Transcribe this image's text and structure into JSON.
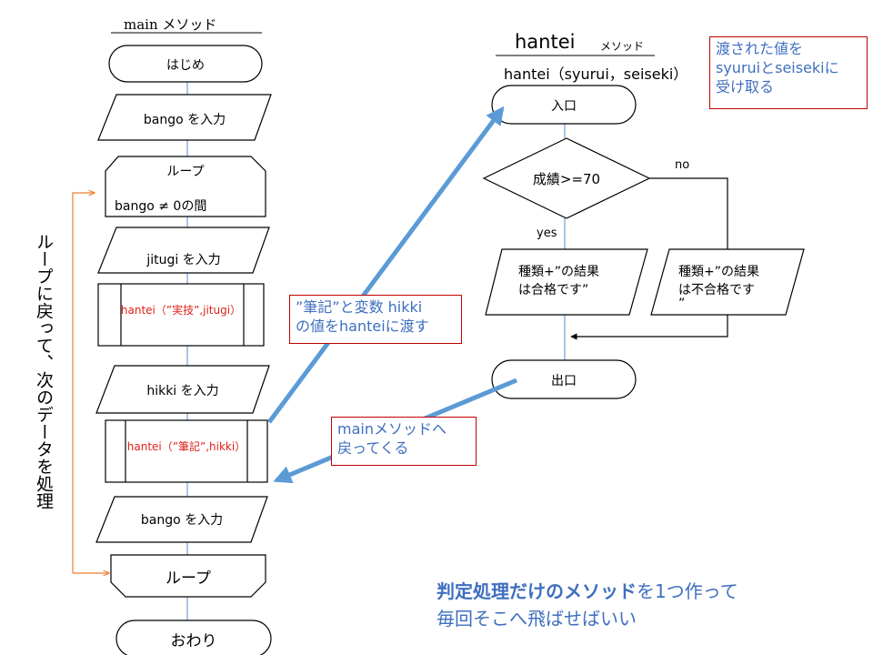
{
  "main": {
    "title": "main メソッド",
    "start": "はじめ",
    "input_bango_1": "bango を入力",
    "loop_start": "ループ",
    "loop_condition": "bango ≠ 0の間",
    "input_jitugi": "jitugi を入力",
    "call_jitugi": "hantei（”実技”,jitugi）",
    "input_hikki": "hikki を入力",
    "call_hikki": "hantei（”筆記”,hikki）",
    "input_bango_2": "bango を入力",
    "loop_end": "ループ",
    "end": "おわり",
    "loop_back_note": "ループに戻って、次のデータを処理"
  },
  "hantei": {
    "title": "hantei",
    "title_suffix": "メソッド",
    "signature": "hantei（syurui，seiseki）",
    "entry": "入口",
    "condition": "成績>=70",
    "yes_label": "yes",
    "no_label": "no",
    "pass_output_line1": "種類+”の結果",
    "pass_output_line2": "は合格です”",
    "fail_output_line1": "種類+”の結果",
    "fail_output_line2": "は不合格です",
    "fail_output_line3": "”",
    "exit": "出口"
  },
  "notes": {
    "params_line1": "渡された値を",
    "params_line2": "syuruiとseisekiに",
    "params_line3": "受け取る",
    "pass_line1": "”筆記”と変数 hikki",
    "pass_line2": "の値をhanteiに渡す",
    "return_line1": "mainメソッドへ",
    "return_line2": "戻ってくる"
  },
  "summary": {
    "line1_bold": "判定処理だけのメソッド",
    "line1_rest": "を1つ作って",
    "line2": "毎回そこへ飛ばせばいい"
  },
  "colors": {
    "flow_line": "#8db3e2",
    "arrow": "#5b9bd5",
    "loop_arrow": "#ed7d31",
    "note_border": "#c00000",
    "note_text": "#3f6fbf",
    "call_text": "#e0201a"
  }
}
